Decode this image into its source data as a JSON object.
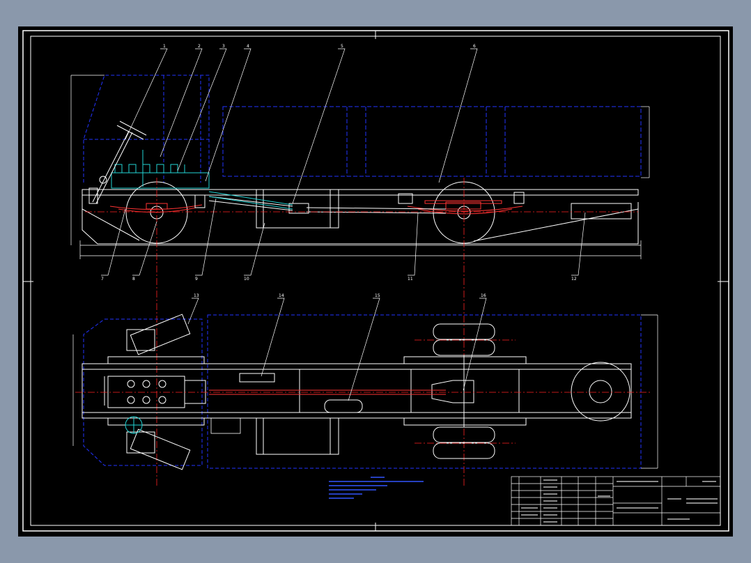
{
  "drawing": {
    "leaders_top": [
      "1",
      "2",
      "3",
      "4",
      "5",
      "6"
    ],
    "leaders_bottom": [
      "7",
      "8",
      "9",
      "10",
      "11",
      "12"
    ],
    "leaders_plan": [
      "13",
      "14",
      "15",
      "16"
    ],
    "colors": {
      "background": "#8a98ab",
      "sheet": "#000000",
      "outline": "#ffffff",
      "hidden": "#2233ff",
      "centerline": "#ff2222",
      "cyan": "#22d3d3",
      "accent": "#ff4444"
    }
  }
}
